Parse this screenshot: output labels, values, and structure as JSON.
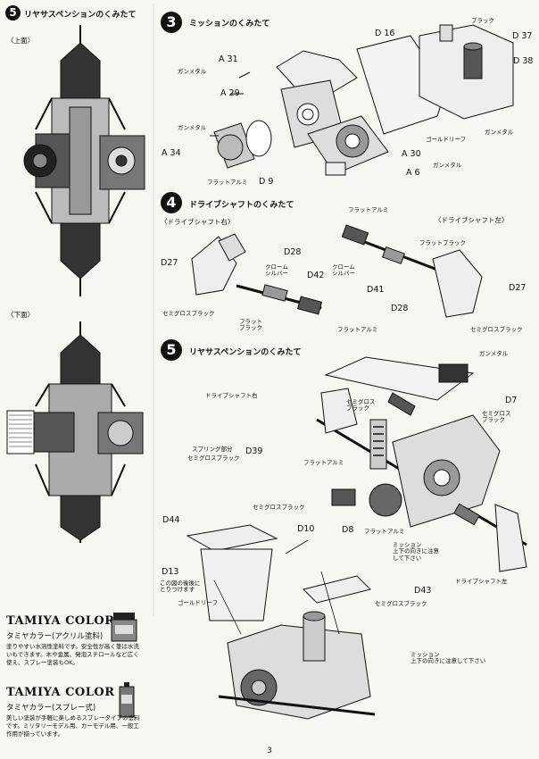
{
  "left_panel": {
    "step_number": "5",
    "step_title": "リヤサスペンションのくみたて",
    "top_view_label": "〈上面〉",
    "bottom_view_label": "〈下面〉"
  },
  "step3": {
    "number": "3",
    "title": "ミッションのくみたて",
    "labels": {
      "a31": "A 31",
      "gunmetal1": "ガンメタル",
      "a29": "A 29",
      "gunmetal2": "ガンメタル",
      "a34": "A 34",
      "flat_alumi": "フラットアルミ",
      "d9": "D 9",
      "d16": "D 16",
      "black": "ブラック",
      "d37": "D 37",
      "d38": "D 38",
      "gunmetal3": "ガンメタル",
      "gold_leaf": "ゴールドリーフ",
      "a30": "A 30",
      "gunmetal4": "ガンメタル",
      "a6": "A 6"
    }
  },
  "step4": {
    "number": "4",
    "title": "ドライブシャフトのくみたて",
    "right_sub": "〈ドライブシャフト右〉",
    "left_sub": "〈ドライブシャフト左〉",
    "labels": {
      "d28_top": "D28",
      "d27_left": "D27",
      "chrome_silver_1": "クローム\nシルバー",
      "d42": "D42",
      "semigloss_1": "セミグロスブラック",
      "flat_black_1": "フラット\nブラック",
      "flat_alumi_1": "フラットアルミ",
      "flat_alumi_top": "フラットアルミ",
      "flat_black_2": "フラットブラック",
      "chrome_silver_2": "クローム\nシルバー",
      "d41": "D41",
      "d28_bottom": "D28",
      "d27_right": "D27",
      "semigloss_2": "セミグロスブラック"
    }
  },
  "step5": {
    "number": "5",
    "title": "リヤサスペンションのくみたて",
    "labels": {
      "gunmetal": "ガンメタル",
      "driveshaft_right": "ドライブシャフト右",
      "d7": "D7",
      "semigloss_a": "セミグロス\nブラック",
      "semigloss_b": "セミグロス\nブラック",
      "spring_part": "スプリング部分",
      "semigloss_c": "セミグロスブラック",
      "d39": "D39",
      "flat_alumi_a": "フラットアルミ",
      "semigloss_d": "セミグロスブラック",
      "d44": "D44",
      "d10": "D10",
      "d8": "D8",
      "flat_alumi_b": "フラットアルミ",
      "mission_note": "ミッション\n上下の向きに注意\nして下さい",
      "driveshaft_left": "ドライブシャフト左",
      "d13": "D13",
      "after_fig": "この図の後後に\nとりつけます",
      "gold_leaf": "ゴールドリーフ",
      "d43": "D43",
      "semigloss_e": "セミグロスブラック",
      "mission_note2": "ミッション\n上下の向きに注意して下さい"
    }
  },
  "promo": {
    "title1": "TAMIYA COLOR",
    "sub1": "タミヤカラー(アクリル塗料)",
    "body1": "塗りやすい水溶性塗料です。安全性が高く筆は水洗いもできます。木や金属、発泡スチロールなど広く使え、スプレー塗装もOK。",
    "title2": "TAMIYA COLOR",
    "sub2": "タミヤカラー(スプレー式)",
    "body2": "美しい塗装が手軽に楽しめるスプレータイプの塗料です。ミリタリーモデル用、カーモデル用、一般工作用が揃っています。"
  },
  "page_number": "3",
  "colors": {
    "ink": "#111111",
    "paper": "#f7f6f2"
  }
}
